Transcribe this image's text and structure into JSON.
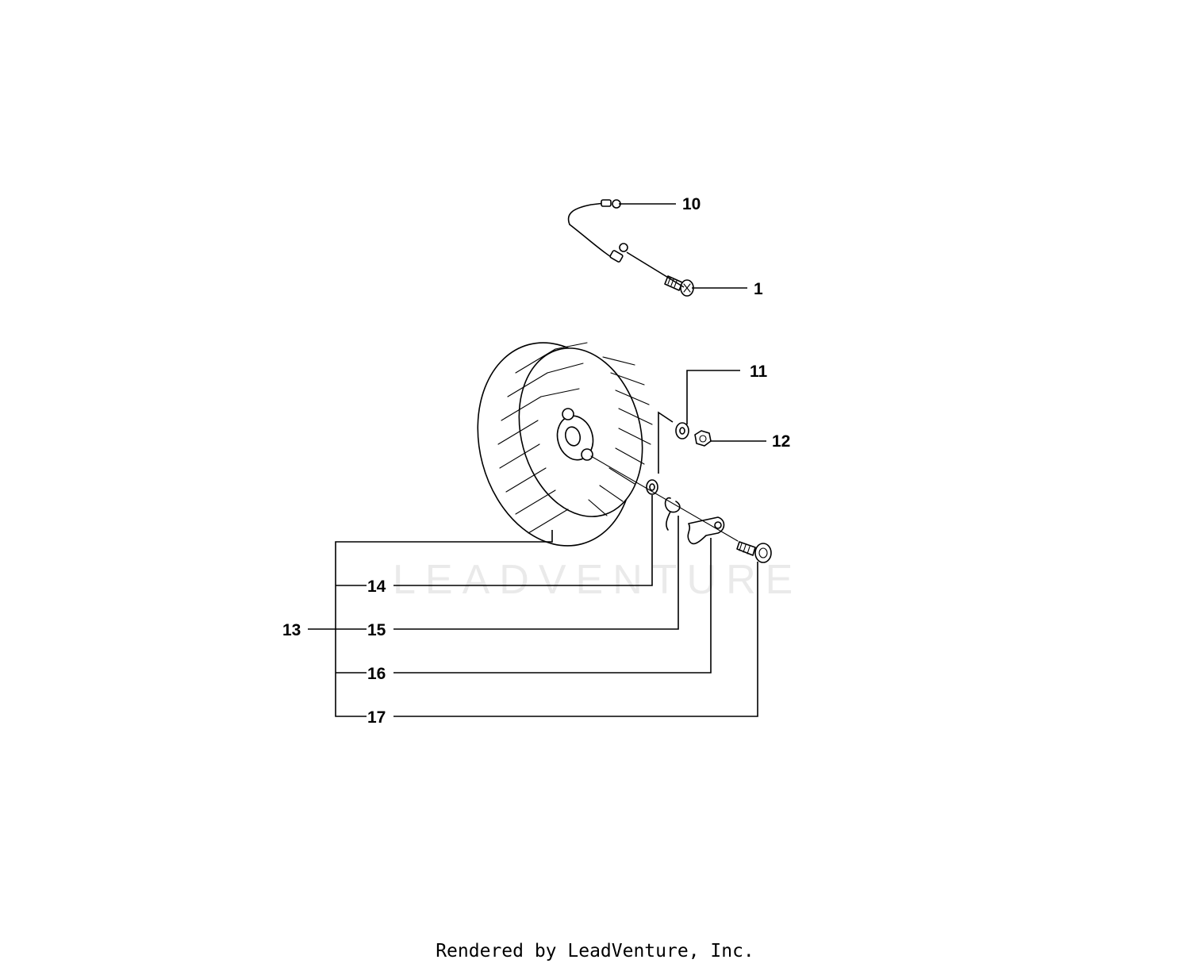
{
  "diagram": {
    "watermark_text": "LEADVENTURE",
    "callouts": [
      "10",
      "1",
      "11",
      "12",
      "13",
      "14",
      "15",
      "16",
      "17"
    ],
    "icons": [
      "ground-wire-part",
      "screw-part",
      "flywheel-part",
      "washer-part",
      "nut-part",
      "spring-part",
      "pawl-part",
      "shoulder-screw-part"
    ]
  },
  "footer": {
    "text": "Rendered by LeadVenture, Inc."
  }
}
